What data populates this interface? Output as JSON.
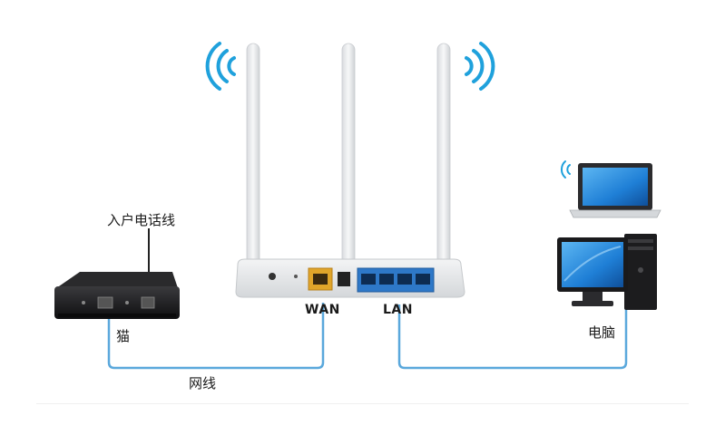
{
  "labels": {
    "phone_line": "入户电话线",
    "modem": "猫",
    "network_cable": "网线",
    "wan": "WAN",
    "lan": "LAN",
    "computer": "电脑"
  },
  "colors": {
    "cable": "#5aa8dc",
    "wifi": "#1fa1dc",
    "router_body": "#eceef0",
    "lan_ports": "#2e78c8",
    "wan_port": "#e0a52a",
    "modem_body": "#1c1c1e",
    "screen": "#2a8de6"
  },
  "icons": [
    "wifi-icon-left",
    "wifi-icon-right",
    "wifi-icon-laptop"
  ]
}
